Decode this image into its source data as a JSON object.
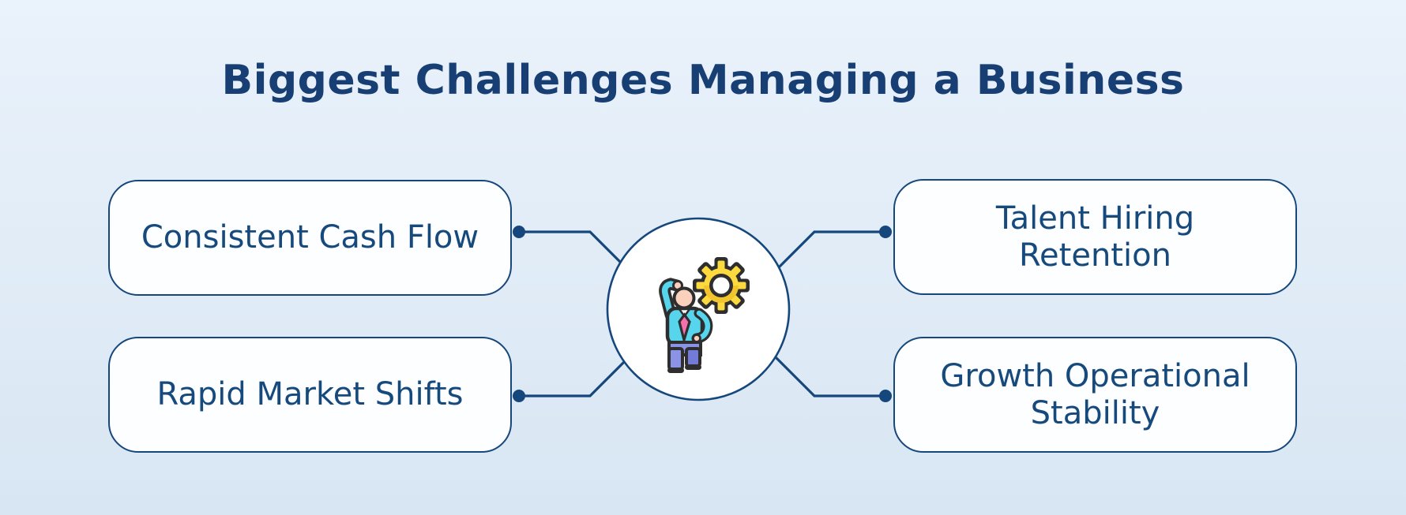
{
  "title": "Biggest Challenges Managing a Business",
  "center": {
    "icon": "confused-businessman-with-gear-icon",
    "shape": "circle"
  },
  "nodes": [
    {
      "id": "consistent-cash-flow",
      "label": "Consistent Cash Flow",
      "position": "top-left"
    },
    {
      "id": "rapid-market-shifts",
      "label": "Rapid Market Shifts",
      "position": "bottom-left"
    },
    {
      "id": "talent-hiring-retention",
      "label": "Talent Hiring\nRetention",
      "position": "top-right"
    },
    {
      "id": "growth-operational-stability",
      "label": "Growth Operational\nStability",
      "position": "bottom-right"
    }
  ],
  "colors": {
    "bg_top": "#eaf2fb",
    "bg_bottom": "#d8e6f3",
    "navy": "#16477c",
    "text_navy": "#164a7d",
    "title_navy": "#173f74",
    "node_fill": "#fdfeff",
    "gear_yellow": "#fbd93f",
    "outline_dark": "#2e2e2e",
    "skin": "#fbd0bc",
    "shirt_cyan": "#56d5ec",
    "tie_pink": "#f470ae",
    "pants": "#8b93e6"
  }
}
